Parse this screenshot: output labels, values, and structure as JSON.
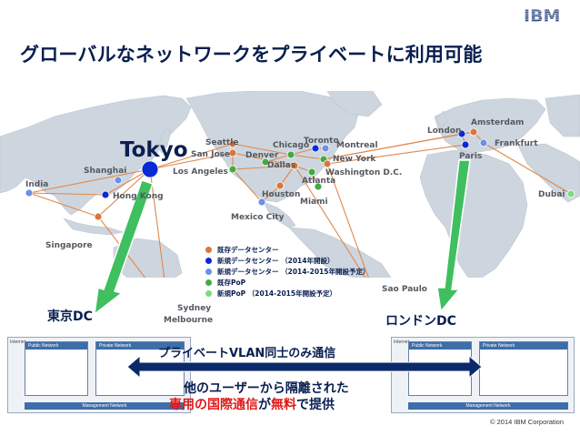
{
  "slide": {
    "title": "グローバルなネットワークをプライベートに利用可能",
    "logo_text": "IBM",
    "copyright": "© 2014 IBM Corporation"
  },
  "map": {
    "tokyo_label": "Tokyo",
    "cities": {
      "india": "India",
      "shanghai": "Shanghai",
      "hongkong": "Hong Kong",
      "singapore": "Singapore",
      "sydney": "Sydney",
      "melbourne": "Melbourne",
      "seattle": "Seattle",
      "san_jose": "San Jose",
      "los_angeles": "Los Angeles",
      "denver": "Denver",
      "chicago": "Chicago",
      "toronto": "Toronto",
      "montreal": "Montreal",
      "dallas": "Dallas",
      "new_york": "New York",
      "washington": "Washington D.C.",
      "atlanta": "Atlanta",
      "houston": "Houston",
      "miami": "Miami",
      "mexico_city": "Mexico City",
      "sao_paulo": "Sao Paulo",
      "london": "London",
      "amsterdam": "Amsterdam",
      "frankfurt": "Frankfurt",
      "paris": "Paris",
      "dubai": "Dubai"
    },
    "colors": {
      "land": "#cdd6df",
      "ocean": "#ffffff",
      "line": "#e0874a",
      "existing_dc": "#d9773a",
      "new_dc_2014": "#0a2ad8",
      "new_dc_2014_2015": "#6f8ee6",
      "existing_pop": "#44aa44",
      "new_pop": "#7ddb7d",
      "arrow": "#3fbf5f",
      "accent": "#0a1e50"
    }
  },
  "legend": [
    {
      "label": "既存データセンター",
      "color": "#d9773a"
    },
    {
      "label": "新規データセンター （2014年開設）",
      "color": "#0a2ad8"
    },
    {
      "label": "新規データセンター （2014-2015年開設予定）",
      "color": "#6f8ee6"
    },
    {
      "label": "既存PoP",
      "color": "#44aa44"
    },
    {
      "label": "新規PoP （2014-2015年開設予定）",
      "color": "#7ddb7d"
    }
  ],
  "dc": {
    "tokyo_dc": "東京DC",
    "london_dc": "ロンドンDC",
    "panel_public": "Public Network",
    "panel_private": "Private Network",
    "panel_mgmt": "Management Network",
    "panel_internet": "Internet"
  },
  "messages": {
    "vlan": "プライベートVLAN同士のみ通信",
    "isolation_line1": "他のユーザーから隔離された",
    "isolation_red1": "専用の国際通信",
    "isolation_mid": "が",
    "isolation_red2": "無料",
    "isolation_end": "で提供"
  }
}
